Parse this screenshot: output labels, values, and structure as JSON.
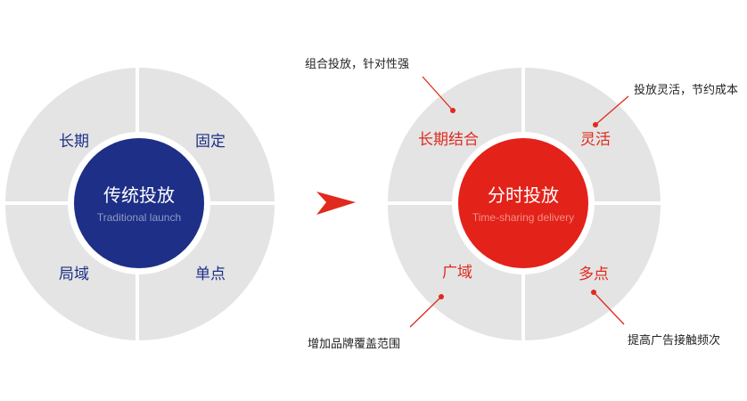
{
  "colors": {
    "blue": "#1d2f86",
    "red": "#e02a1d",
    "segment_gray": "#e4e4e4"
  },
  "left_circle": {
    "title": "传统投放",
    "subtitle": "Traditional launch",
    "quadrants": {
      "top_left": "长期",
      "top_right": "固定",
      "bottom_left": "局域",
      "bottom_right": "单点"
    }
  },
  "arrow": {
    "icon": "arrow-right-icon"
  },
  "right_circle": {
    "title": "分时投放",
    "subtitle": "Time-sharing delivery",
    "quadrants": {
      "top_left": "长期结合",
      "top_right": "灵活",
      "bottom_left": "广域",
      "bottom_right": "多点"
    },
    "annotations": {
      "top_left": "组合投放，针对性强",
      "top_right": "投放灵活，节约成本",
      "bottom_left": "增加品牌覆盖范围",
      "bottom_right": "提高广告接触频次"
    }
  }
}
